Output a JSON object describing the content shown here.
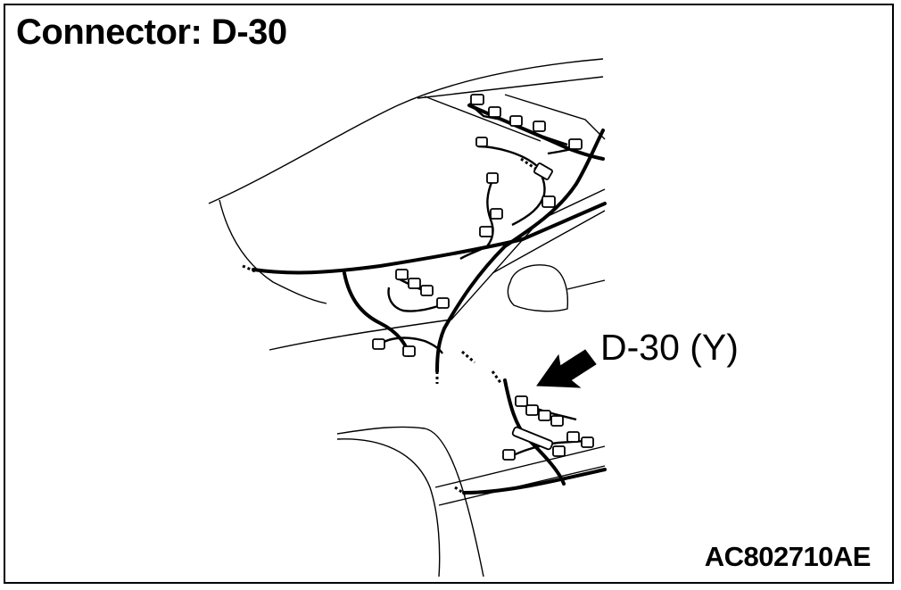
{
  "header": {
    "title": "Connector: D-30"
  },
  "callout": {
    "label": "D-30 (Y)"
  },
  "footer": {
    "figure_id": "AC802710AE"
  },
  "colors": {
    "line": "#000000",
    "background": "#ffffff"
  }
}
